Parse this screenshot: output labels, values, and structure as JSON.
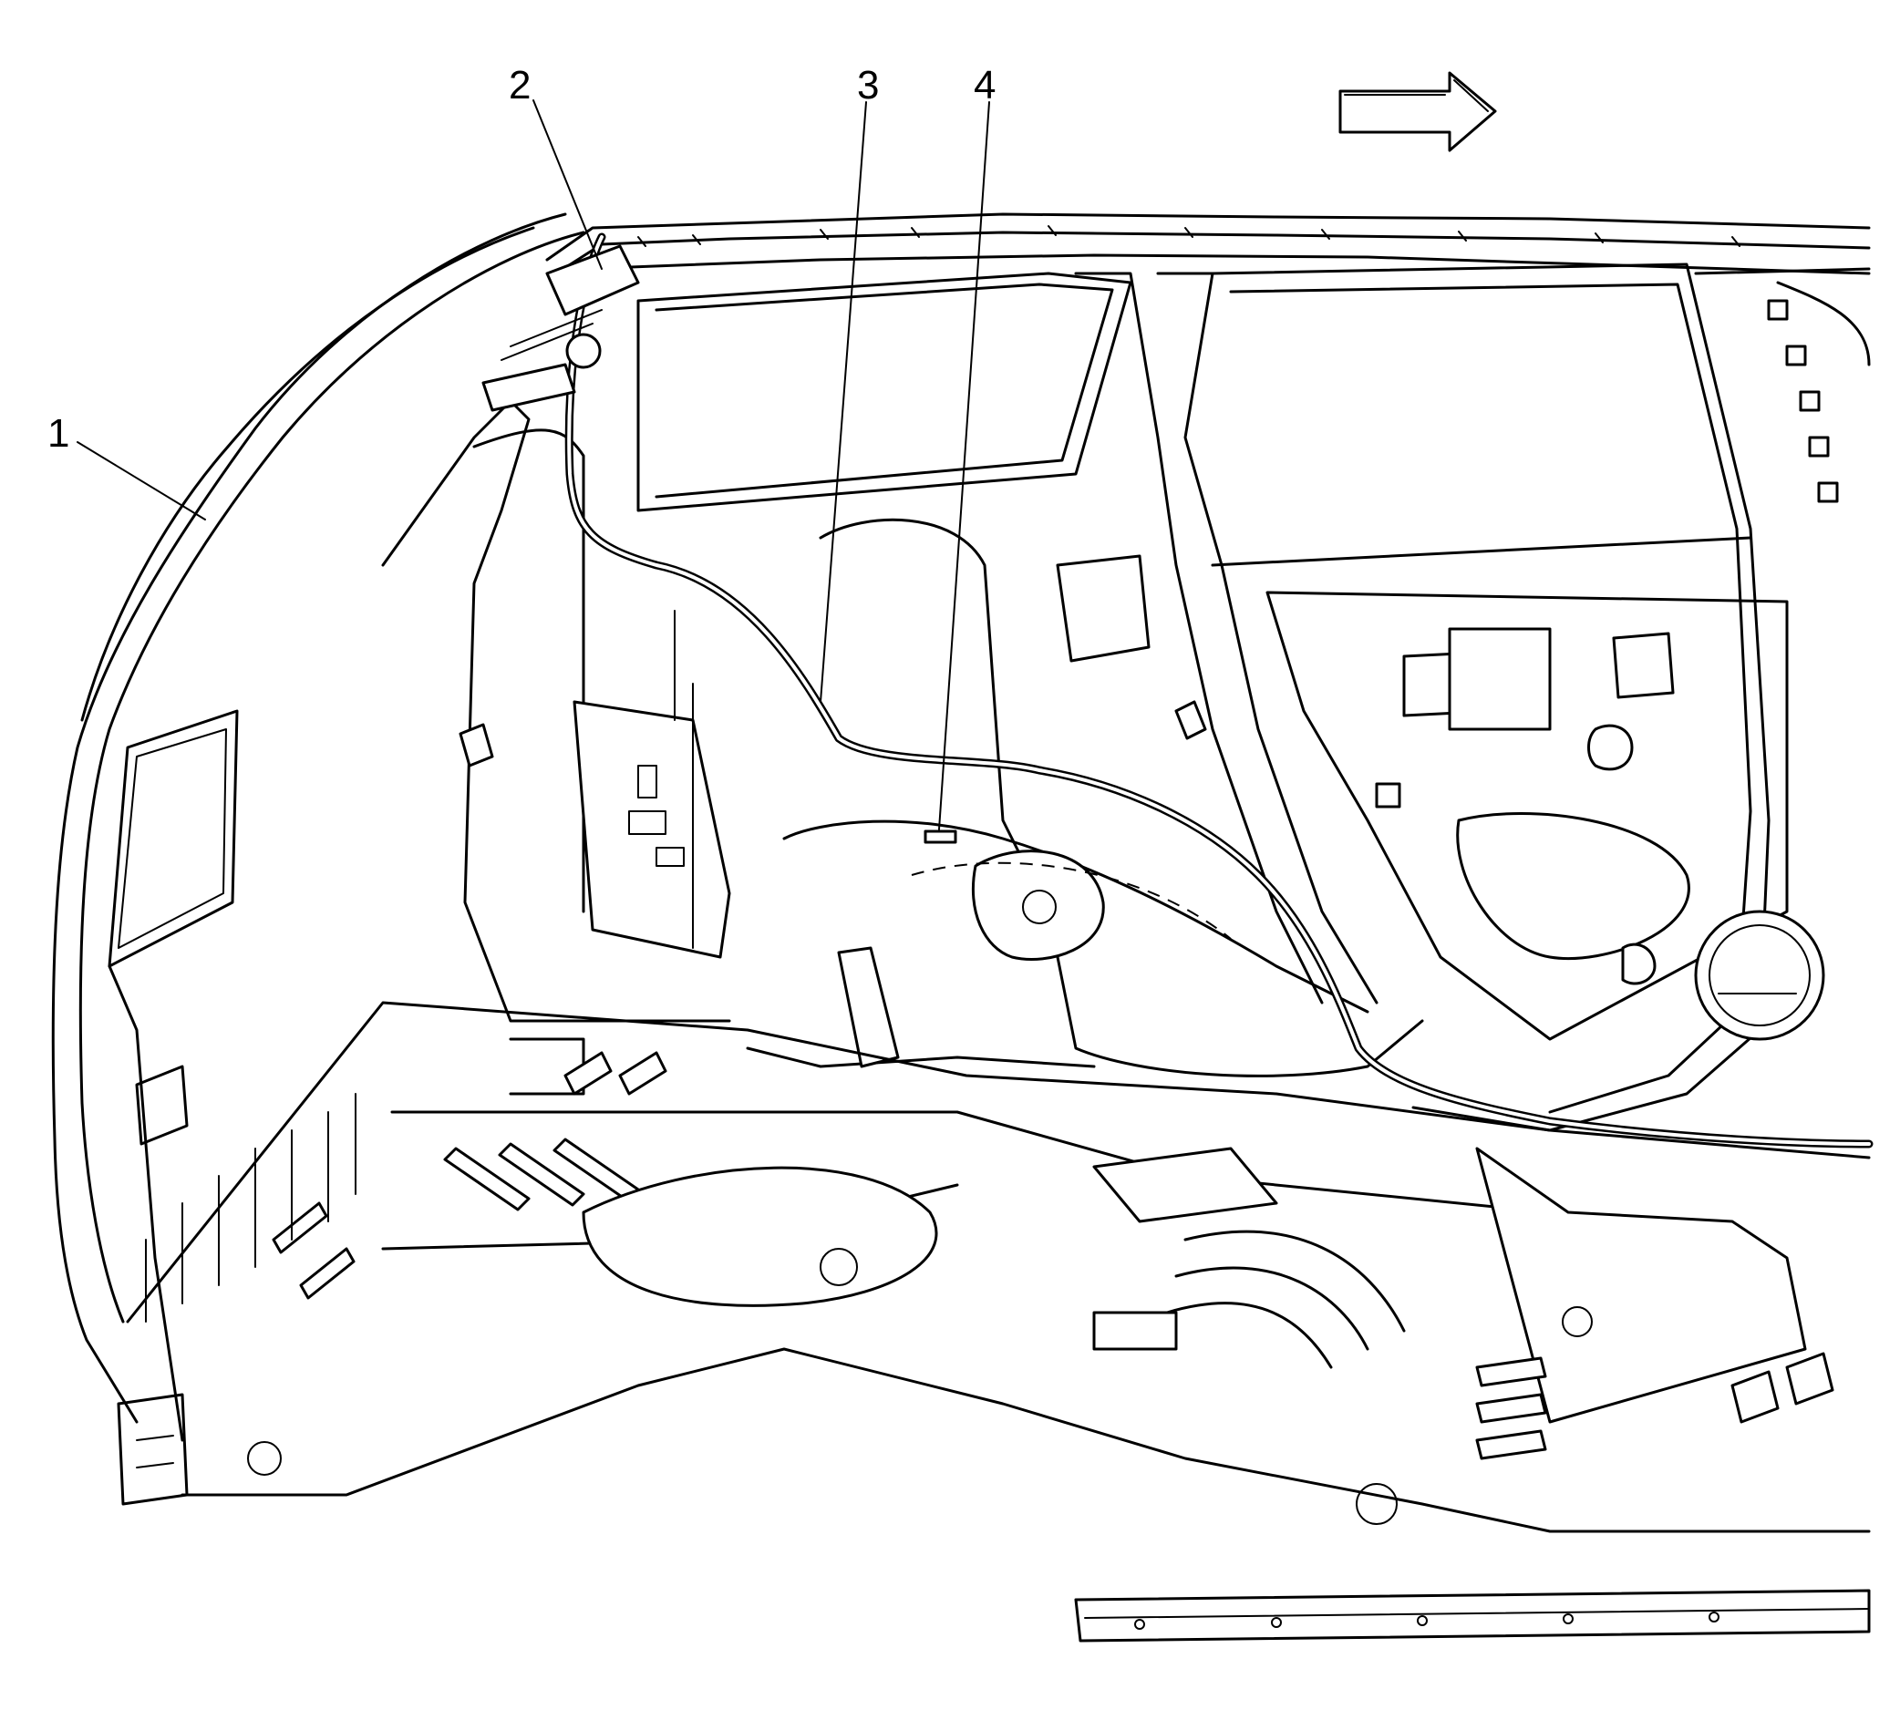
{
  "callouts": [
    {
      "label": "1",
      "part": "body-side-panel"
    },
    {
      "label": "2",
      "part": "roof-rail-harness-clip"
    },
    {
      "label": "3",
      "part": "wiring-harness"
    },
    {
      "label": "4",
      "part": "harness-retainer"
    }
  ],
  "arrow": {
    "direction": "forward",
    "icon": "front-direction-arrow-icon"
  },
  "colors": {
    "line": "#000000",
    "background": "#ffffff"
  }
}
